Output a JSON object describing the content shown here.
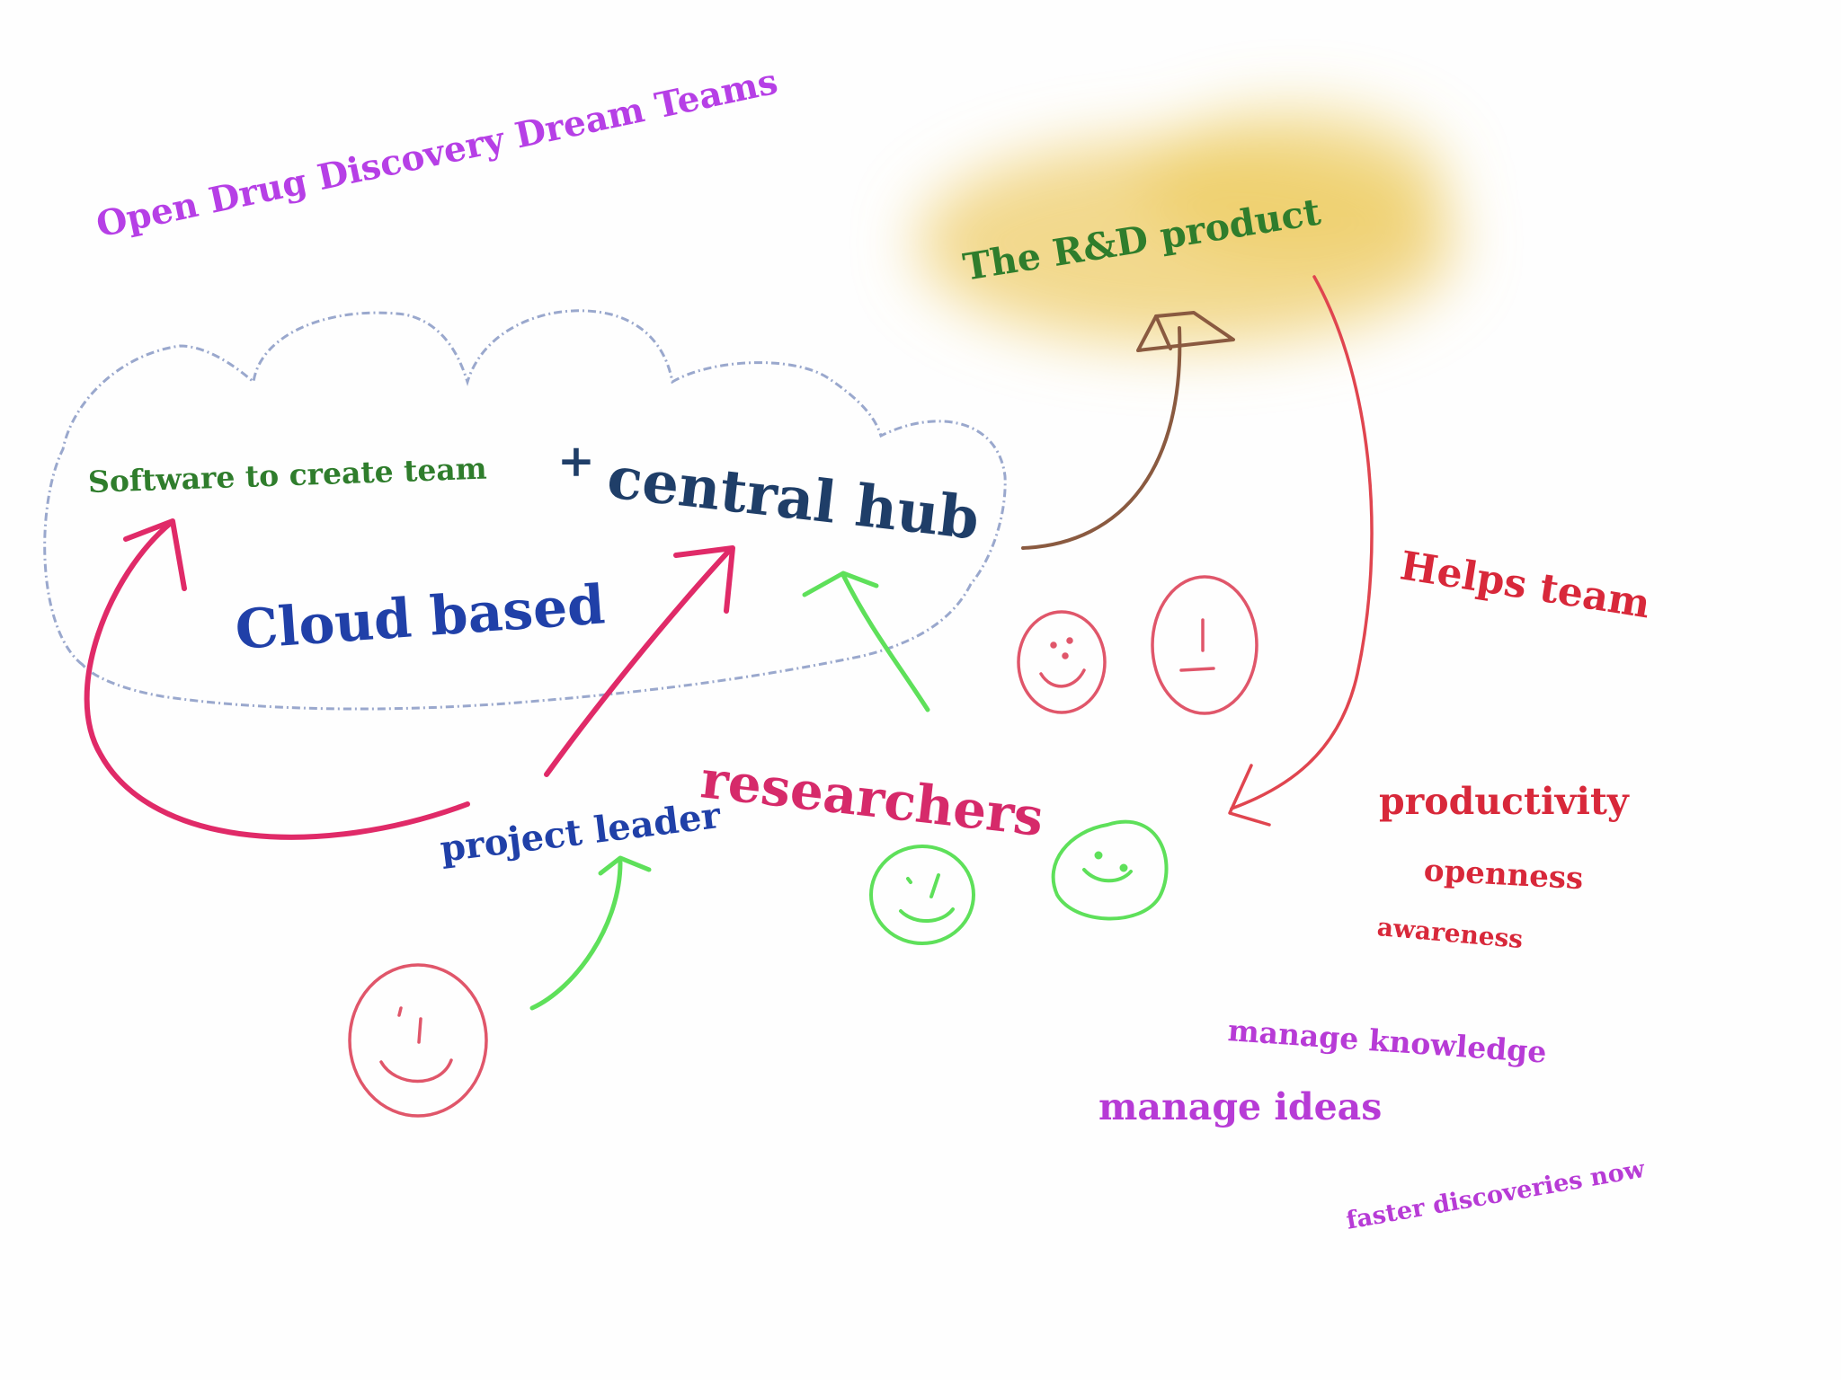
{
  "title": "Open Drug Discovery Dream Teams",
  "labels": {
    "rd_product": "The R&D product",
    "software_team": "Software to create team",
    "plus": "+",
    "central_hub": "central hub",
    "cloud_based": "Cloud based",
    "helps_team": "Helps team",
    "researchers": "researchers",
    "project_leader": "project leader"
  },
  "benefits": {
    "productivity": "productivity",
    "openness": "openness",
    "awareness": "awareness",
    "manage_knowledge": "manage knowledge",
    "manage_ideas": "manage ideas",
    "faster_discoveries": "faster discoveries now"
  },
  "colors": {
    "title": "#b63fe6",
    "green_text": "#2f7d2c",
    "navy_text": "#1f3e68",
    "blue_text": "#2040a8",
    "red_text": "#d8283a",
    "magenta_text": "#d62a6a",
    "purple_text": "#b73bd6",
    "cloud_outline": "#8f9fc8",
    "pink_arrow": "#e02a68",
    "green_arrow": "#5ee05a",
    "brown_arrow": "#8a5a40",
    "red_arrow": "#e0454f",
    "halo": "#f0d27a"
  },
  "icons": [
    "smiley-face-icon"
  ]
}
